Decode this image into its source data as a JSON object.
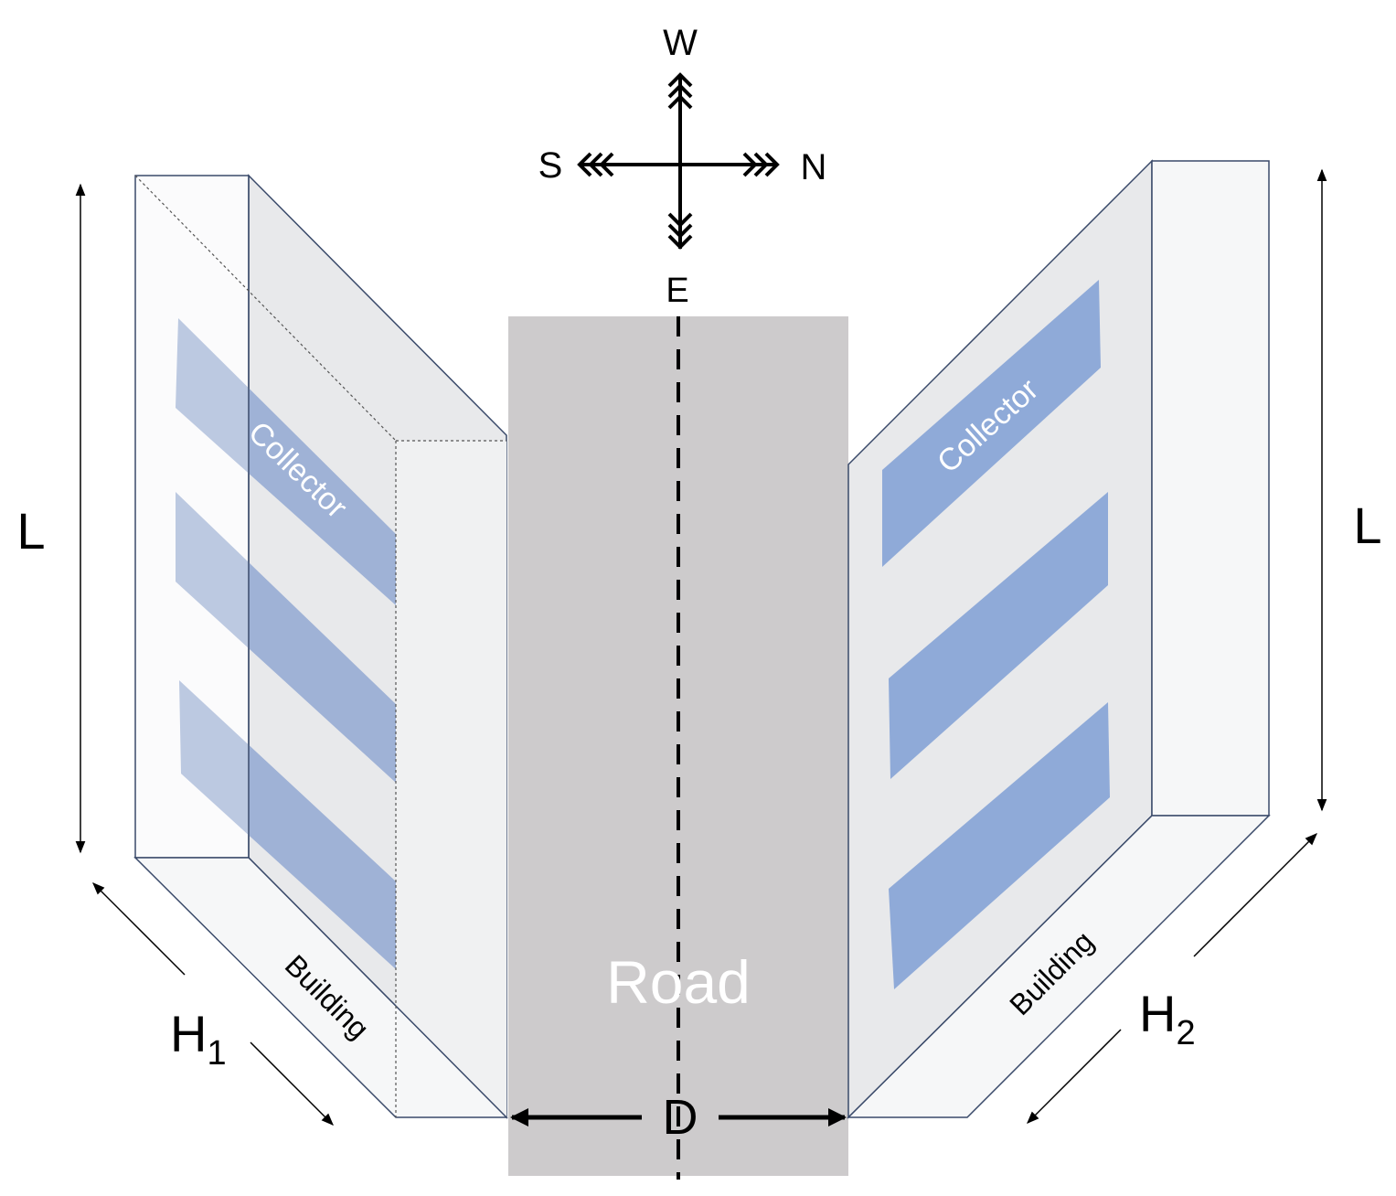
{
  "compass": {
    "north": "N",
    "south": "S",
    "east": "E",
    "west": "W"
  },
  "road": {
    "label": "Road"
  },
  "left_building": {
    "label": "Building",
    "collector_label": "Collector",
    "length_label": "L",
    "height_label": "H",
    "height_subscript": "1"
  },
  "right_building": {
    "label": "Building",
    "collector_label": "Collector",
    "length_label": "L",
    "height_label": "H",
    "height_subscript": "2"
  },
  "road_width_label": "D",
  "colors": {
    "road": "#cdcbcc",
    "wall_light": "#e8e9eb",
    "wall_lighter": "#f3f4f5",
    "collector_left": "#9fb2d6",
    "collector_right": "#8faad8",
    "outline": "#3a4a6a",
    "ink": "#000000"
  }
}
